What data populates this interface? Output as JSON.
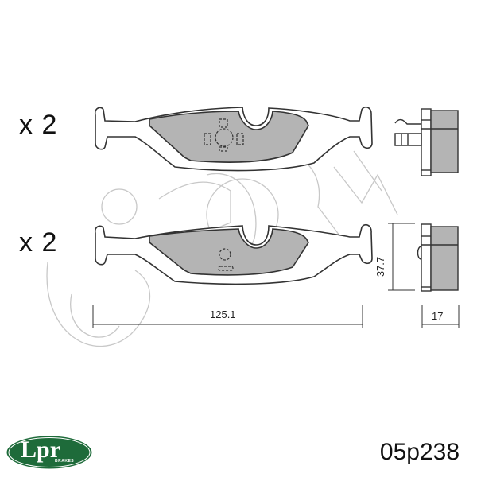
{
  "drawing": {
    "title": "Brake pad set technical drawing",
    "quantity_top": "x 2",
    "quantity_bottom": "x 2",
    "dimensions": {
      "length": "125.1",
      "height": "37.7",
      "thickness": "17"
    },
    "colors": {
      "pad_fill": "#b4b4b4",
      "outline": "#333333",
      "watermark": "#c8c8c8",
      "logo_green": "#1e6b3a"
    },
    "watermark_text": "cifam"
  },
  "brand": {
    "logo_text": "Lpr",
    "logo_subtext": "BRAKES"
  },
  "part_number": "05p238"
}
